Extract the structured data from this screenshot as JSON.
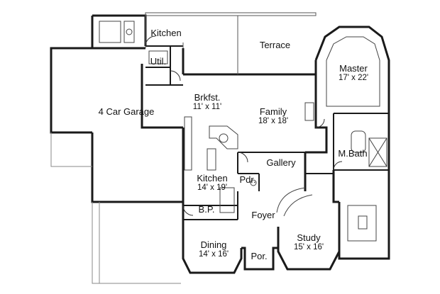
{
  "rooms": {
    "kitchen_top": {
      "name": "Kitchen"
    },
    "terrace": {
      "name": "Terrace"
    },
    "master": {
      "name": "Master",
      "dims": "17' x 22'"
    },
    "util": {
      "name": "Util."
    },
    "garage": {
      "name": "4 Car Garage"
    },
    "brkfst": {
      "name": "Brkfst.",
      "dims": "11' x 11'"
    },
    "family": {
      "name": "Family",
      "dims": "18' x 18'"
    },
    "mbath": {
      "name": "M.Bath"
    },
    "gallery": {
      "name": "Gallery"
    },
    "kitchen": {
      "name": "Kitchen",
      "dims": "14' x 19'"
    },
    "pdr": {
      "name": "Pdr."
    },
    "bp": {
      "name": "B.P."
    },
    "foyer": {
      "name": "Foyer"
    },
    "dining": {
      "name": "Dining",
      "dims": "14' x 16'"
    },
    "study": {
      "name": "Study",
      "dims": "15' x 16'"
    },
    "por": {
      "name": "Por."
    }
  },
  "colors": {
    "wall": "#1a1a1a",
    "thin": "#555555",
    "background": "#ffffff"
  }
}
